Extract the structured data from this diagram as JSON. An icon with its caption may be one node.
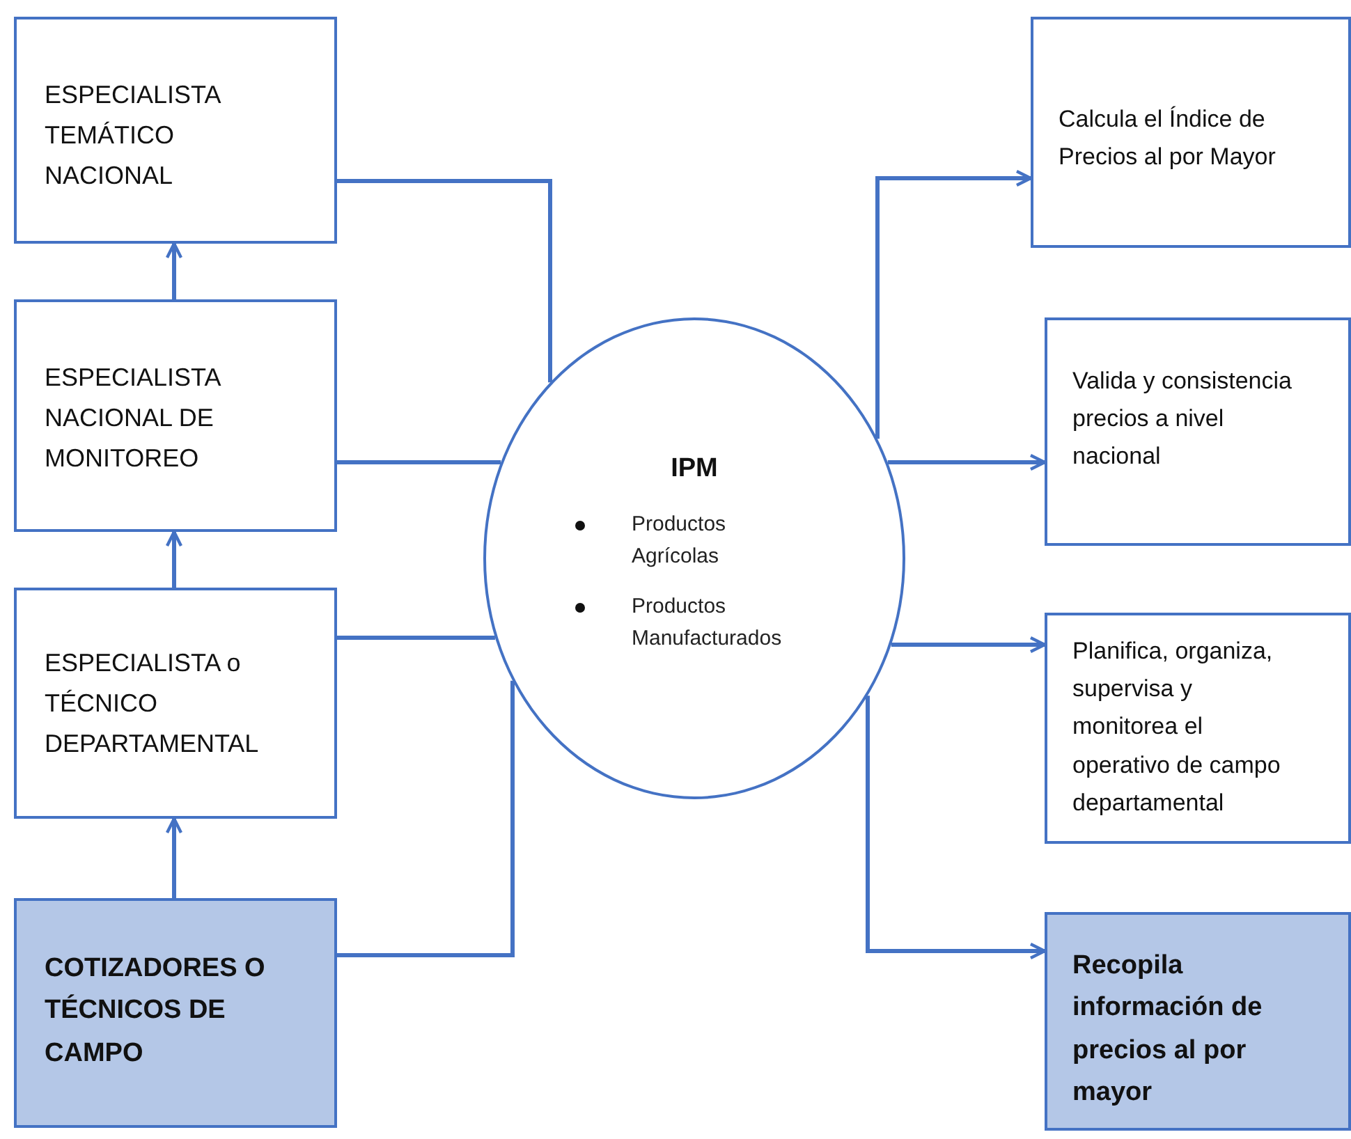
{
  "diagram": {
    "nodes": [
      {
        "text": [
          "ESPECIALISTA TEMÁTICO NACIONAL"
        ]
      },
      {
        "text": [
          "ESPECIALISTA NACIONAL DE MONITOREO"
        ]
      },
      {
        "text": [
          "ESPECIALISTA o TÉCNICO DEPARTAMENTAL"
        ]
      },
      {
        "text": [
          "COTIZADORES O TÉCNICOS DE CAMPO"
        ]
      },
      {
        "text": [
          "IPM",
          "Productos Agrícolas",
          "Productos Manufacturados"
        ]
      },
      {
        "text": [
          "Calcula el Índice de Precios al por Mayor"
        ]
      },
      {
        "text": [
          "Valida y consistencia precios a nivel nacional"
        ]
      },
      {
        "text": [
          "Planifica, organiza, supervisa y monitorea el operativo de campo departamental"
        ]
      },
      {
        "text": [
          "Recopila información de precios al por mayor"
        ]
      }
    ],
    "edges": [
      {
        "from": 3,
        "to": 2,
        "arrow": "to"
      },
      {
        "from": 2,
        "to": 1,
        "arrow": "to"
      },
      {
        "from": 1,
        "to": 0,
        "arrow": "to"
      },
      {
        "from": 0,
        "to": 4,
        "arrow": "none"
      },
      {
        "from": 1,
        "to": 4,
        "arrow": "none"
      },
      {
        "from": 2,
        "to": 4,
        "arrow": "none"
      },
      {
        "from": 3,
        "to": 4,
        "arrow": "none"
      },
      {
        "from": 4,
        "to": 5,
        "arrow": "to"
      },
      {
        "from": 4,
        "to": 6,
        "arrow": "to"
      },
      {
        "from": 4,
        "to": 7,
        "arrow": "to"
      },
      {
        "from": 4,
        "to": 8,
        "arrow": "to"
      }
    ]
  }
}
